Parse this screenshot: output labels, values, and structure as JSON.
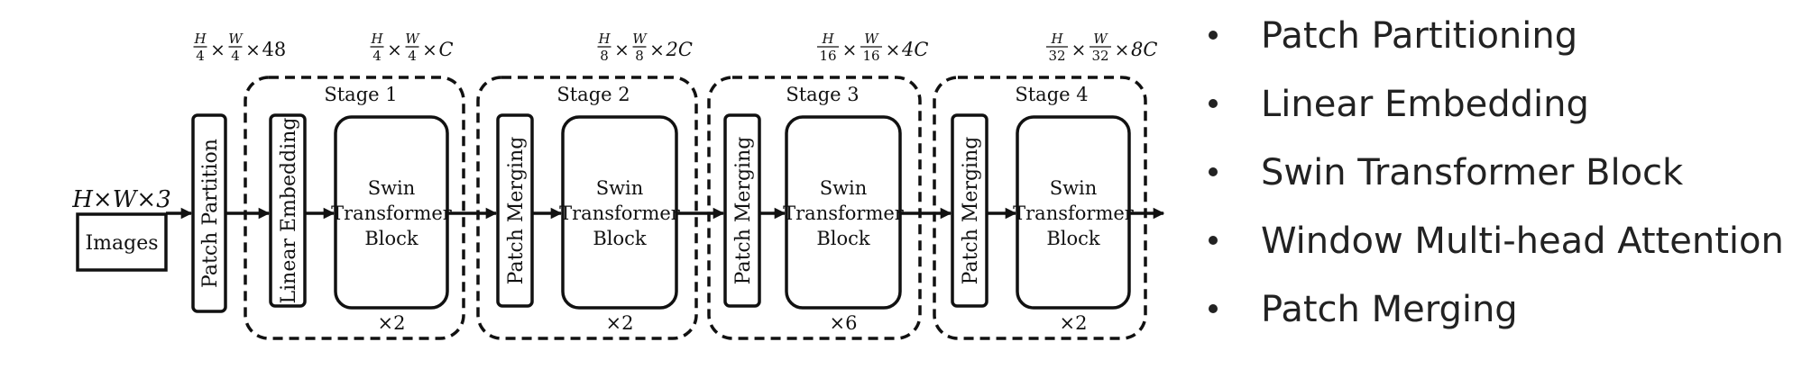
{
  "diagram": {
    "input_shape": "H×W×3",
    "images_label": "Images",
    "patch_partition_label": "Patch Partition",
    "linear_embedding_label": "Linear Embedding",
    "patch_merging_label": "Patch Merging",
    "block_label": [
      "Swin",
      "Transformer",
      "Block"
    ],
    "stages": [
      {
        "name": "Stage 1",
        "repeat": "×2",
        "dims": {
          "h": "H",
          "hd": "4",
          "w": "W",
          "wd": "4",
          "c": "C"
        }
      },
      {
        "name": "Stage 2",
        "repeat": "×2",
        "dims": {
          "h": "H",
          "hd": "8",
          "w": "W",
          "wd": "8",
          "c": "2C"
        }
      },
      {
        "name": "Stage 3",
        "repeat": "×6",
        "dims": {
          "h": "H",
          "hd": "16",
          "w": "W",
          "wd": "16",
          "c": "4C"
        }
      },
      {
        "name": "Stage 4",
        "repeat": "×2",
        "dims": {
          "h": "H",
          "hd": "32",
          "w": "W",
          "wd": "32",
          "c": "8C"
        }
      }
    ],
    "partition_dims": {
      "h": "H",
      "hd": "4",
      "w": "W",
      "wd": "4",
      "c": "48"
    }
  },
  "bullets": [
    "Patch Partitioning",
    "Linear Embedding",
    "Swin Transformer Block",
    "Window Multi-head Attention",
    "Patch Merging"
  ]
}
